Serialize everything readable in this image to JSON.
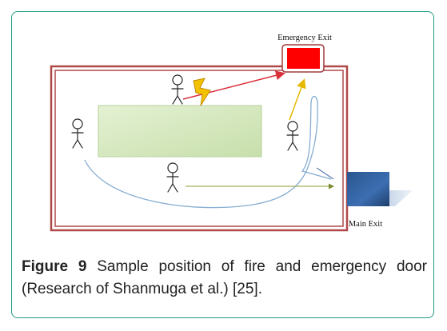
{
  "diagram": {
    "labels": {
      "emergency_exit": "Emergency Exit",
      "main_exit": "Main Exit"
    },
    "colors": {
      "frame_border": "#1f9a83",
      "room_wall": "#a03a3a",
      "emergency_door": "#ff0000",
      "main_door": "#2f5d9e",
      "obstacle": "#cfe6b4",
      "fire": "#f2c200",
      "path_red": "#d9303a",
      "path_yellow": "#e6b800",
      "path_blue": "#7aa6cc",
      "path_olive": "#8a9a3a"
    },
    "icons": [
      "fire-bolt-icon",
      "person-icon"
    ]
  },
  "caption": {
    "figure_label": "Figure 9",
    "text": " Sample position of fire and emergency door (Research of Shanmuga et al.) [25]."
  }
}
